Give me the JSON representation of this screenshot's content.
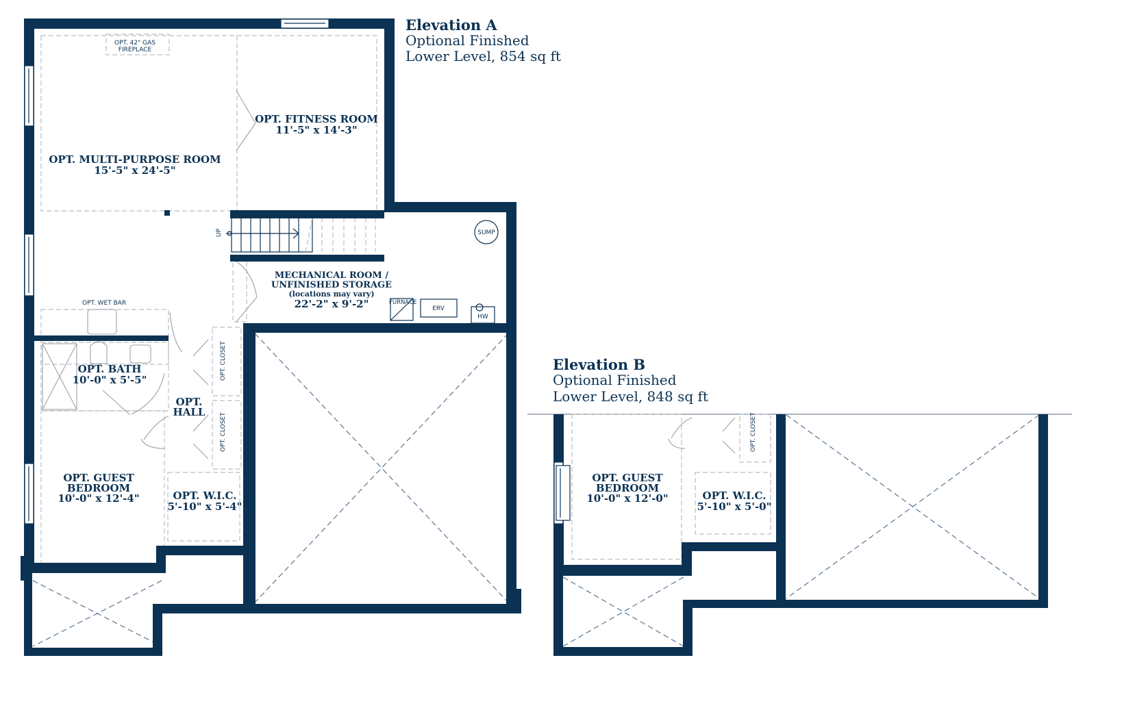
{
  "elevation_a": {
    "title": "Elevation A",
    "line1": "Optional Finished",
    "line2": "Lower Level, 854 sq ft"
  },
  "elevation_b": {
    "title": "Elevation B",
    "line1": "Optional Finished",
    "line2": "Lower Level, 848 sq ft"
  },
  "rooms_a": {
    "fireplace": [
      "OPT. 42\" GAS",
      "FIREPLACE"
    ],
    "fitness": {
      "name": "OPT. FITNESS ROOM",
      "dim": "11'-5\" x 14'-3\""
    },
    "multi": {
      "name": "OPT. MULTI-PURPOSE ROOM",
      "dim": "15'-5\" x 24'-5\""
    },
    "up": "UP",
    "sump": "SUMP",
    "mechanical": {
      "line1": "MECHANICAL ROOM /",
      "line2": "UNFINISHED STORAGE",
      "line3": "(locations may vary)",
      "dim": "22'-2\" x 9'-2\""
    },
    "wetbar": "OPT. WET BAR",
    "furnace": "FURNACE",
    "erv": "ERV",
    "hw": "HW",
    "closet": "OPT. CLOSET",
    "bath": {
      "name": "OPT. BATH",
      "dim": "10'-0\" x 5'-5\""
    },
    "hall": {
      "line1": "OPT.",
      "line2": "HALL"
    },
    "guest": {
      "line1": "OPT. GUEST",
      "line2": "BEDROOM",
      "dim": "10'-0\" x 12'-4\""
    },
    "wic": {
      "name": "OPT. W.I.C.",
      "dim": "5'-10\" x 5'-4\""
    }
  },
  "rooms_b": {
    "closet": "OPT. CLOSET",
    "guest": {
      "line1": "OPT. GUEST",
      "line2": "BEDROOM",
      "dim": "10'-0\" x 12'-0\""
    },
    "wic": {
      "name": "OPT. W.I.C.",
      "dim": "5'-10\" x 5'-0\""
    }
  },
  "colors": {
    "wall": "#0c3253",
    "dashed": "#b9bec4",
    "diagonal": "#4a6b8a"
  }
}
